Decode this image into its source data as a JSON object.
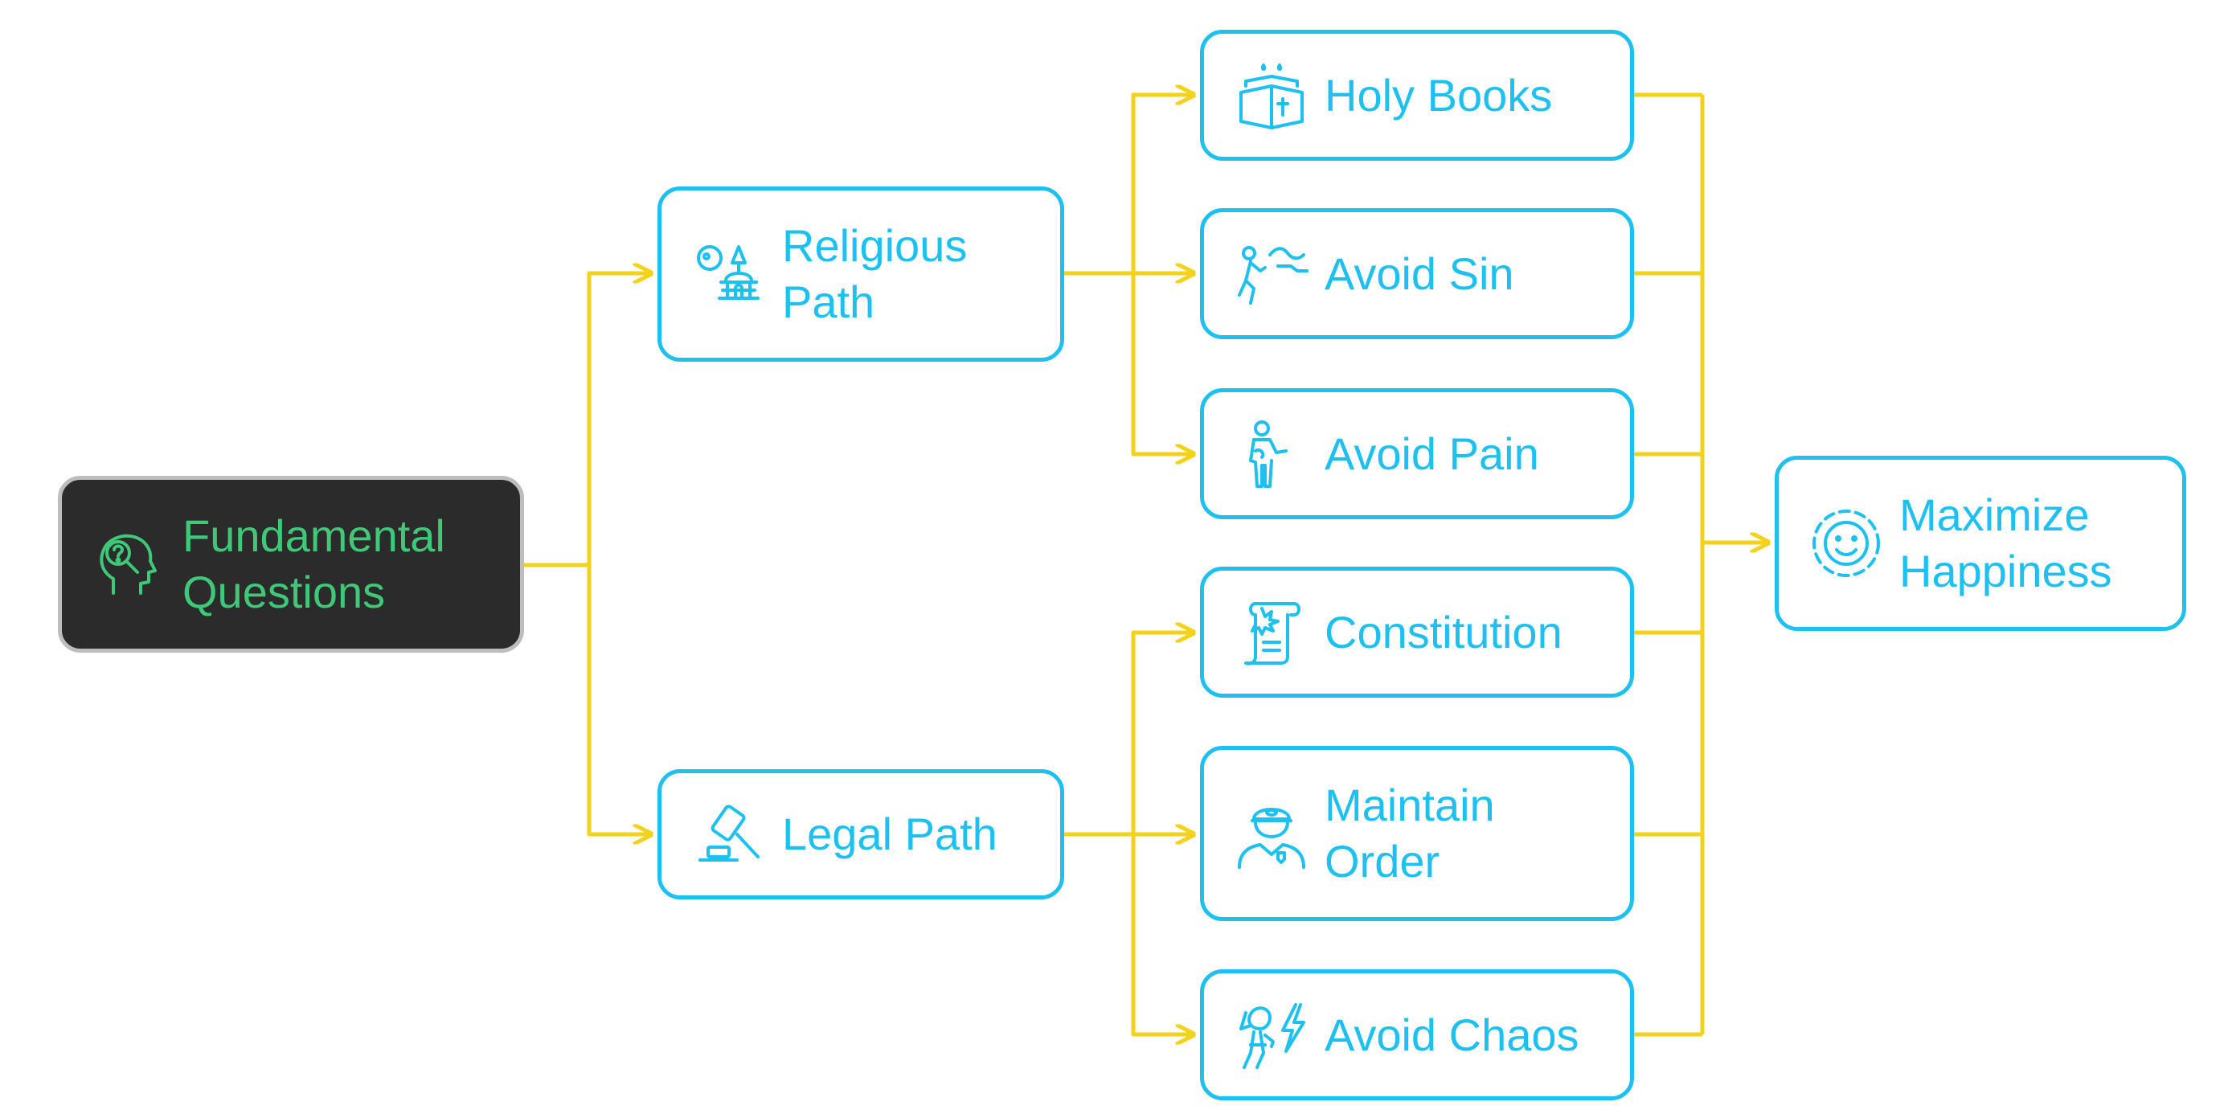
{
  "colors": {
    "accent": "#1ec0f0",
    "connector": "#f2d21b",
    "root_fill": "#2b2b2b",
    "root_border": "#bdbdbd",
    "root_text": "#3ec878"
  },
  "nodes": {
    "root": {
      "label": "Fundamental\nQuestions",
      "icon": "head-question-icon"
    },
    "religious": {
      "label": "Religious\nPath",
      "icon": "temple-icon"
    },
    "legal": {
      "label": "Legal Path",
      "icon": "gavel-icon"
    },
    "holy_books": {
      "label": "Holy Books",
      "icon": "book-icon"
    },
    "avoid_sin": {
      "label": "Avoid Sin",
      "icon": "person-running-icon"
    },
    "avoid_pain": {
      "label": "Avoid Pain",
      "icon": "person-hurt-icon"
    },
    "constitution": {
      "label": "Constitution",
      "icon": "scroll-icon"
    },
    "maintain_order": {
      "label": "Maintain\nOrder",
      "icon": "police-officer-icon"
    },
    "avoid_chaos": {
      "label": "Avoid Chaos",
      "icon": "lightning-person-icon"
    },
    "happiness": {
      "label": "Maximize\nHappiness",
      "icon": "smiley-icon"
    }
  }
}
